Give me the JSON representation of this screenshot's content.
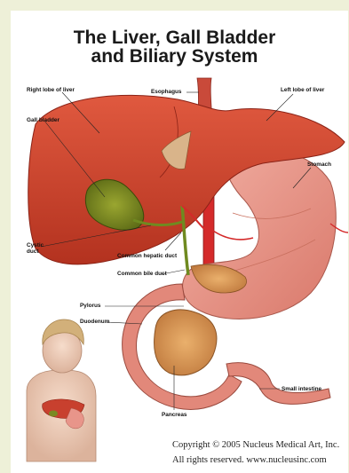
{
  "title": {
    "line1": "The Liver, Gall Bladder",
    "line2": "and Biliary System"
  },
  "labels": {
    "right_lobe": "Right lobe of liver",
    "esophagus": "Esophagus",
    "left_lobe": "Left lobe of liver",
    "gall_bladder": "Gall bladder",
    "stomach": "Stomach",
    "cystic_duct_1": "Cystic",
    "cystic_duct_2": "duct",
    "common_hepatic_duct": "Common hepatic duct",
    "common_bile_duct": "Common bile duct",
    "pylorus": "Pylorus",
    "duodenum": "Duodenum",
    "small_intestine": "Small intestine",
    "pancreas": "Pancreas"
  },
  "copyright": {
    "line1": "Copyright © 2005 Nucleus Medical Art, Inc.",
    "line2": "All rights reserved. www.nucleusinc.com"
  },
  "colors": {
    "background": "#eef0d8",
    "liver": "#c8402e",
    "gall_bladder": "#7a8a22",
    "stomach": "#e8958a",
    "artery": "#d42a2a",
    "pancreas": "#d99a5a"
  }
}
